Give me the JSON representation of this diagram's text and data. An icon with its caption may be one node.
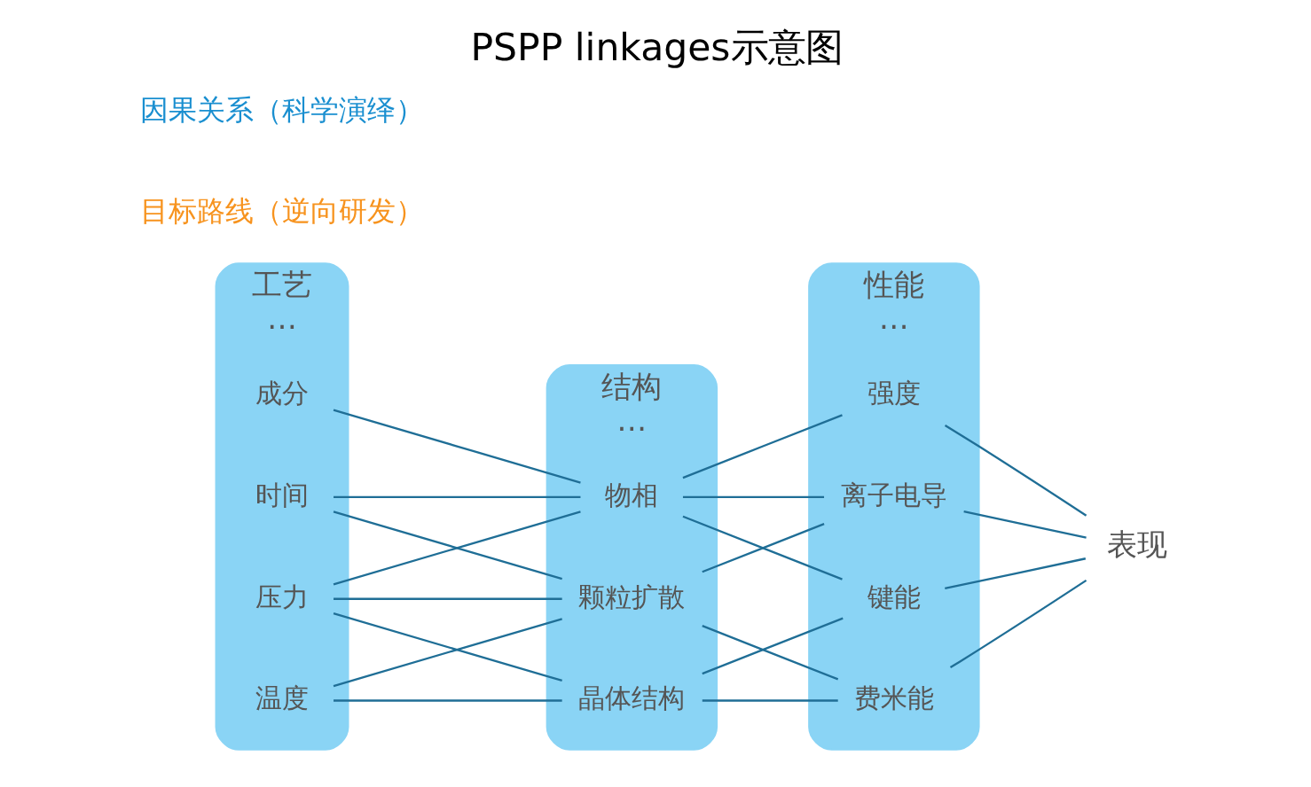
{
  "diagram": {
    "title": "PSPP linkages示意图",
    "nodes": [
      {
        "text": [
          "工艺",
          "…"
        ]
      },
      {
        "text": [
          "成分"
        ],
        "in": 0
      },
      {
        "text": [
          "压力"
        ],
        "in": 0
      },
      {
        "text": [
          "温度"
        ],
        "in": 0
      },
      {
        "text": [
          "时间"
        ],
        "in": 0
      },
      {
        "text": [
          "结构",
          "…"
        ]
      },
      {
        "text": [
          "物相"
        ],
        "in": 5
      },
      {
        "text": [
          "晶体结构"
        ],
        "in": 5
      },
      {
        "text": [
          "颗粒扩散"
        ],
        "in": 5
      },
      {
        "text": [
          "性能",
          "…"
        ]
      },
      {
        "text": [
          "强度"
        ],
        "in": 9
      },
      {
        "text": [
          "键能"
        ],
        "in": 9
      },
      {
        "text": [
          "费米能"
        ],
        "in": 9
      },
      {
        "text": [
          "离子电导"
        ],
        "in": 9
      },
      {
        "text": [
          "表现"
        ]
      }
    ],
    "edges": [
      {
        "from": 1,
        "to": 6,
        "arrow": "none"
      },
      {
        "from": 2,
        "to": 6,
        "arrow": "none"
      },
      {
        "from": 2,
        "to": 7,
        "arrow": "none"
      },
      {
        "from": 2,
        "to": 8,
        "arrow": "none"
      },
      {
        "from": 3,
        "to": 7,
        "arrow": "none"
      },
      {
        "from": 3,
        "to": 8,
        "arrow": "none"
      },
      {
        "from": 4,
        "to": 6,
        "arrow": "none"
      },
      {
        "from": 4,
        "to": 8,
        "arrow": "none"
      },
      {
        "from": 6,
        "to": 10,
        "arrow": "none"
      },
      {
        "from": 6,
        "to": 11,
        "arrow": "none"
      },
      {
        "from": 6,
        "to": 13,
        "arrow": "none"
      },
      {
        "from": 7,
        "to": 11,
        "arrow": "none"
      },
      {
        "from": 7,
        "to": 12,
        "arrow": "none"
      },
      {
        "from": 8,
        "to": 12,
        "arrow": "none"
      },
      {
        "from": 8,
        "to": 13,
        "arrow": "none"
      },
      {
        "from": 10,
        "to": 14,
        "arrow": "none"
      },
      {
        "from": 11,
        "to": 14,
        "arrow": "none"
      },
      {
        "from": 12,
        "to": 14,
        "arrow": "none"
      },
      {
        "from": 13,
        "to": 14,
        "arrow": "none"
      }
    ],
    "labels": [
      "目标路线（逆向研发）",
      "因果关系（科学演绎）"
    ]
  }
}
